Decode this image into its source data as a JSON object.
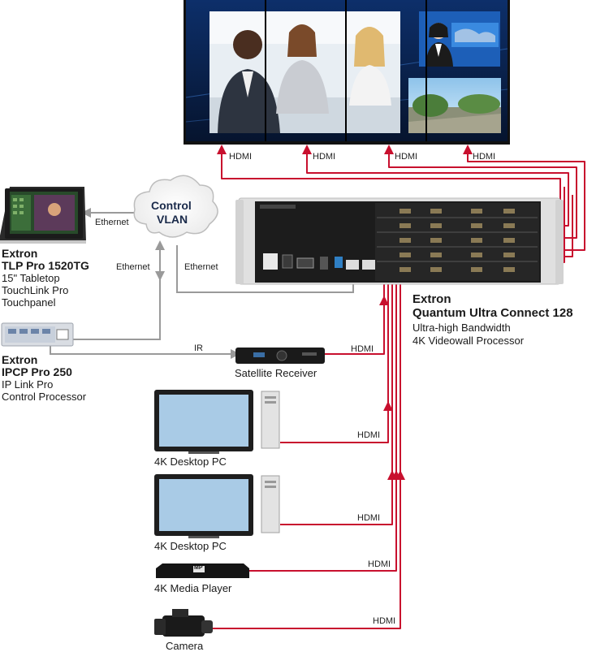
{
  "devices": {
    "touchpanel": {
      "brand": "Extron",
      "model": "TLP Pro 1520TG",
      "line1": "15\" Tabletop",
      "line2": "TouchLink Pro",
      "line3": "Touchpanel"
    },
    "processor": {
      "brand": "Extron",
      "model": "IPCP Pro 250",
      "line1": "IP Link Pro",
      "line2": "Control Processor"
    },
    "matrix": {
      "brand": "Extron",
      "model": "Quantum Ultra Connect 128",
      "line1": "Ultra-high Bandwidth",
      "line2": "4K Videowall Processor"
    },
    "network": {
      "line1": "Control",
      "line2": "VLAN"
    },
    "satellite": {
      "label": "Satellite Receiver"
    },
    "pc1": {
      "label": "4K Desktop PC"
    },
    "pc2": {
      "label": "4K Desktop PC"
    },
    "media_player": {
      "label": "4K Media Player",
      "badge": "MP"
    },
    "camera": {
      "label": "Camera"
    }
  },
  "connections": {
    "hdmi": "HDMI",
    "ethernet": "Ethernet",
    "ir": "IR"
  },
  "colors": {
    "cable_red": "#c8102e",
    "cable_gray": "#9a9a9a",
    "device_dark": "#1c1c1c"
  }
}
